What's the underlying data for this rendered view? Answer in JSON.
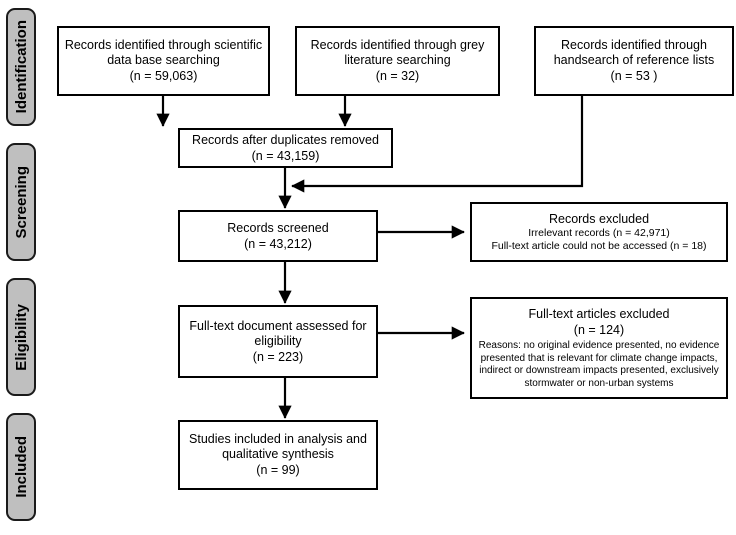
{
  "diagram": {
    "type": "prisma-flow-diagram",
    "background": "#ffffff",
    "border_color": "#000000",
    "stage_tab_color": "#bfbfbf"
  },
  "stages": [
    {
      "label": "Identification"
    },
    {
      "label": "Screening"
    },
    {
      "label": "Eligibility"
    },
    {
      "label": "Included"
    }
  ],
  "nodes": {
    "db_search": {
      "title": "Records identified through scientific data base searching",
      "count": "(n = 59,063)"
    },
    "grey_search": {
      "title": "Records identified through grey literature searching",
      "count": "(n = 32)"
    },
    "handsearch": {
      "title": "Records identified through handsearch of  reference lists",
      "count": "(n = 53 )"
    },
    "duplicates_removed": {
      "title": "Records after duplicates removed",
      "count": "(n = 43,159)"
    },
    "records_screened": {
      "title": "Records screened",
      "count": "(n = 43,212)"
    },
    "records_excluded": {
      "title": "Records excluded",
      "line1": "Irrelevant records (n = 42,971)",
      "line2": "Full-text article could not be accessed (n = 18)"
    },
    "fulltext_assessed": {
      "title": "Full-text document  assessed  for eligibility",
      "count": "(n = 223)"
    },
    "fulltext_excluded": {
      "title": "Full-text articles excluded",
      "count": "(n = 124)",
      "reasons": "Reasons: no original evidence presented, no evidence presented that is relevant for climate change impacts, indirect or downstream impacts presented, exclusively stormwater or non-urban systems"
    },
    "studies_included": {
      "title": "Studies included in analysis and qualitative synthesis",
      "count": "(n = 99)"
    }
  }
}
